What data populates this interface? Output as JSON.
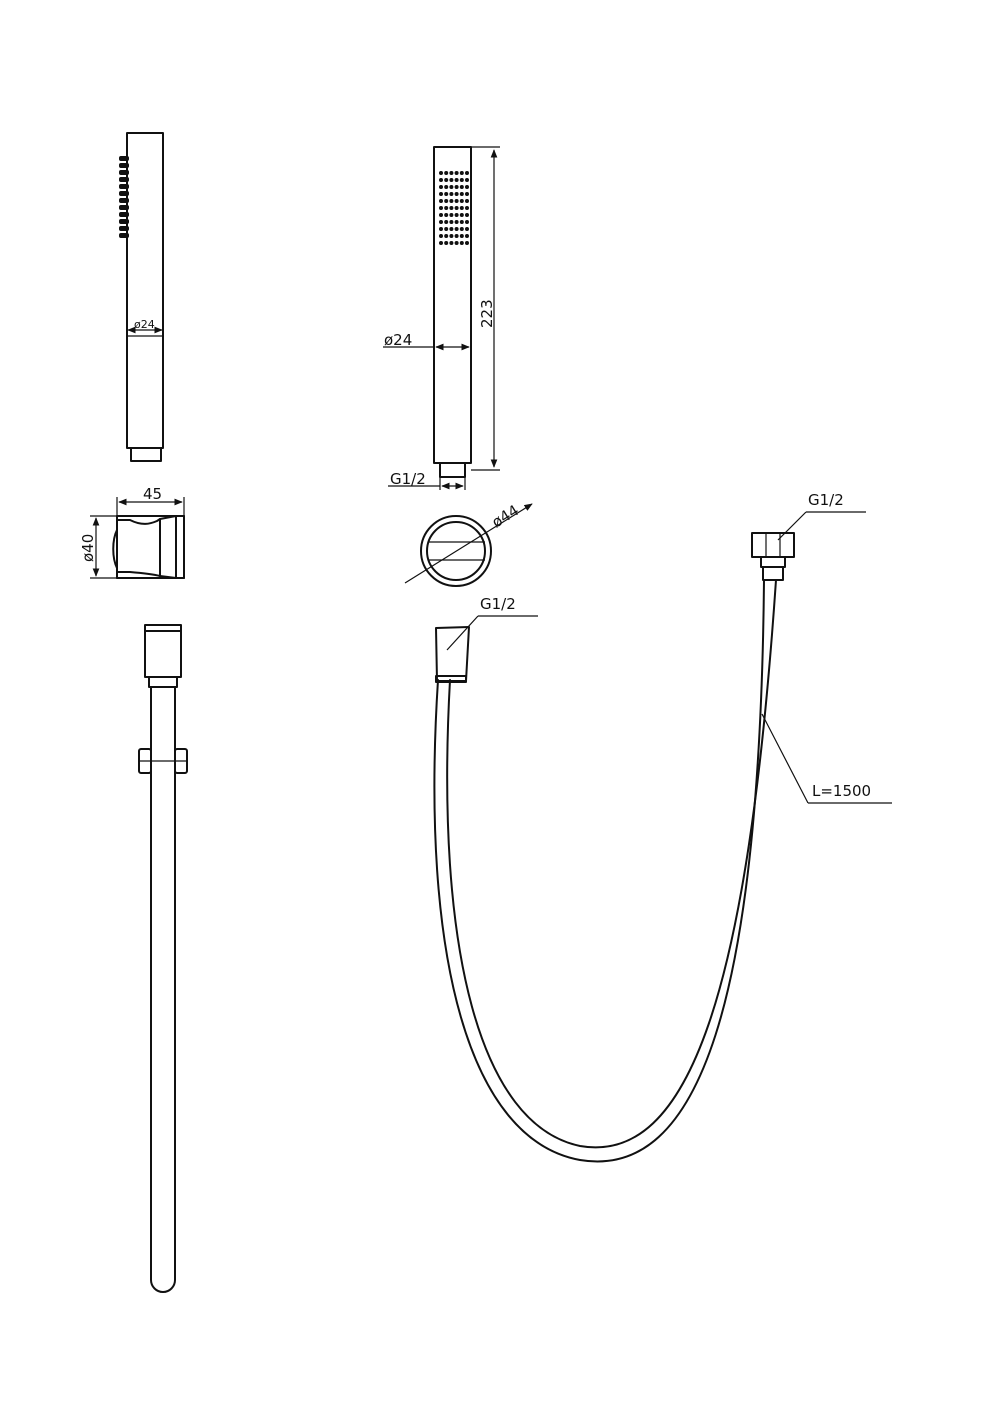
{
  "diagram": {
    "labels": {
      "dia_24_side": "ø24",
      "dia_24_front": "ø24",
      "length_223": "223",
      "thread_head": "G1/2",
      "bracket_width": "45",
      "bracket_dia": "ø40",
      "flange_dia": "ø44",
      "thread_hose_left": "G1/2",
      "thread_hose_right": "G1/2",
      "hose_length": "L=1500"
    }
  }
}
